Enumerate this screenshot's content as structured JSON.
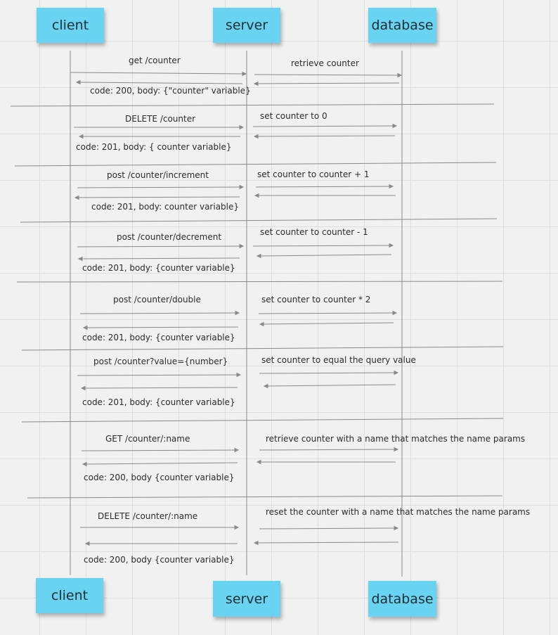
{
  "participants": {
    "client": "client",
    "server": "server",
    "database": "database"
  },
  "colors": {
    "sticky": "#68d4f1",
    "line": "#8a8a8a",
    "text": "#2b2b2b",
    "background": "#f1f1f1"
  },
  "messages": [
    {
      "request": "get /counter",
      "db_action": "retrieve counter",
      "response": "code: 200, body: {\"counter\" variable}"
    },
    {
      "request": "DELETE /counter",
      "db_action": "set counter to 0",
      "response": "code: 201, body: { counter variable}"
    },
    {
      "request": "post /counter/increment",
      "db_action": "set counter to counter + 1",
      "response": "code: 201, body: counter variable}"
    },
    {
      "request": "post /counter/decrement",
      "db_action": "set counter to counter - 1",
      "response": "code: 201, body: {counter variable}"
    },
    {
      "request": "post /counter/double",
      "db_action": "set counter to counter * 2",
      "response": "code: 201, body: {counter variable}"
    },
    {
      "request": "post /counter?value={number}",
      "db_action": "set counter to equal the query value",
      "response": "code: 201, body: {counter variable}"
    },
    {
      "request": "GET /counter/:name",
      "db_action": "retrieve counter with a name that matches the name params",
      "response": "code: 200, body {counter variable}"
    },
    {
      "request": "DELETE /counter/:name",
      "db_action": "reset the counter with a name that matches the name params",
      "response": "code: 200, body {counter variable}"
    }
  ]
}
